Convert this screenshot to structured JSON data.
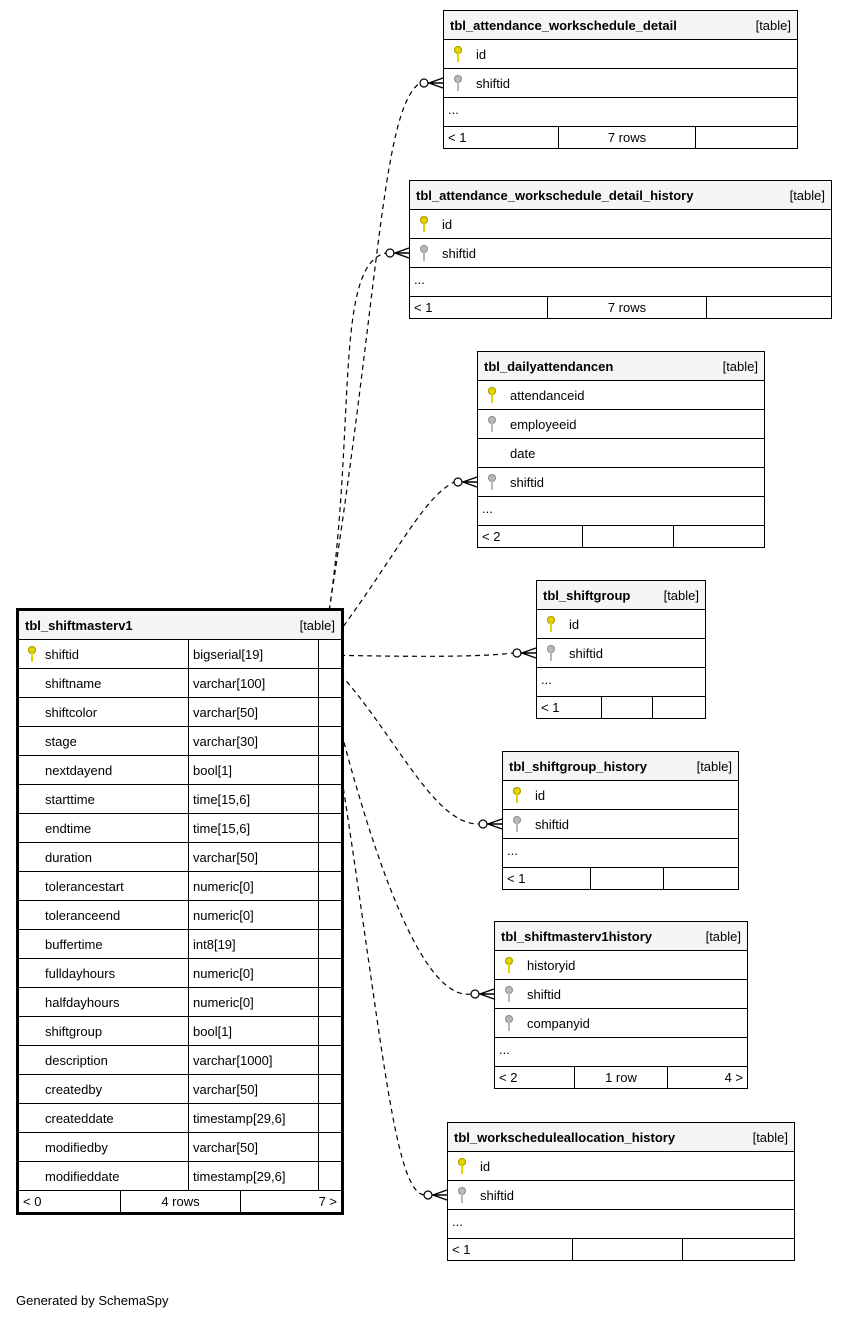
{
  "main_table": {
    "name": "tbl_shiftmasterv1",
    "kind": "[table]",
    "columns": [
      {
        "name": "shiftid",
        "type": "bigserial[19]",
        "key": "pk"
      },
      {
        "name": "shiftname",
        "type": "varchar[100]",
        "key": ""
      },
      {
        "name": "shiftcolor",
        "type": "varchar[50]",
        "key": ""
      },
      {
        "name": "stage",
        "type": "varchar[30]",
        "key": ""
      },
      {
        "name": "nextdayend",
        "type": "bool[1]",
        "key": ""
      },
      {
        "name": "starttime",
        "type": "time[15,6]",
        "key": ""
      },
      {
        "name": "endtime",
        "type": "time[15,6]",
        "key": ""
      },
      {
        "name": "duration",
        "type": "varchar[50]",
        "key": ""
      },
      {
        "name": "tolerancestart",
        "type": "numeric[0]",
        "key": ""
      },
      {
        "name": "toleranceend",
        "type": "numeric[0]",
        "key": ""
      },
      {
        "name": "buffertime",
        "type": "int8[19]",
        "key": ""
      },
      {
        "name": "fulldayhours",
        "type": "numeric[0]",
        "key": ""
      },
      {
        "name": "halfdayhours",
        "type": "numeric[0]",
        "key": ""
      },
      {
        "name": "shiftgroup",
        "type": "bool[1]",
        "key": ""
      },
      {
        "name": "description",
        "type": "varchar[1000]",
        "key": ""
      },
      {
        "name": "createdby",
        "type": "varchar[50]",
        "key": ""
      },
      {
        "name": "createddate",
        "type": "timestamp[29,6]",
        "key": ""
      },
      {
        "name": "modifiedby",
        "type": "varchar[50]",
        "key": ""
      },
      {
        "name": "modifieddate",
        "type": "timestamp[29,6]",
        "key": ""
      }
    ],
    "footer": [
      "< 0",
      "4 rows",
      "7 >"
    ]
  },
  "related_tables": [
    {
      "name": "tbl_attendance_workschedule_detail",
      "kind": "[table]",
      "columns": [
        {
          "name": "id",
          "key": "pk"
        },
        {
          "name": "shiftid",
          "key": "fk"
        }
      ],
      "ellipsis": "...",
      "footer": [
        "< 1",
        "7 rows",
        ""
      ]
    },
    {
      "name": "tbl_attendance_workschedule_detail_history",
      "kind": "[table]",
      "columns": [
        {
          "name": "id",
          "key": "pk"
        },
        {
          "name": "shiftid",
          "key": "fk"
        }
      ],
      "ellipsis": "...",
      "footer": [
        "< 1",
        "7 rows",
        ""
      ]
    },
    {
      "name": "tbl_dailyattendancen",
      "kind": "[table]",
      "columns": [
        {
          "name": "attendanceid",
          "key": "pk"
        },
        {
          "name": "employeeid",
          "key": "fk"
        },
        {
          "name": "date",
          "key": ""
        },
        {
          "name": "shiftid",
          "key": "fk"
        }
      ],
      "ellipsis": "...",
      "footer": [
        "< 2",
        "",
        ""
      ]
    },
    {
      "name": "tbl_shiftgroup",
      "kind": "[table]",
      "columns": [
        {
          "name": "id",
          "key": "pk"
        },
        {
          "name": "shiftid",
          "key": "fk"
        }
      ],
      "ellipsis": "...",
      "footer": [
        "< 1",
        "",
        ""
      ]
    },
    {
      "name": "tbl_shiftgroup_history",
      "kind": "[table]",
      "columns": [
        {
          "name": "id",
          "key": "pk"
        },
        {
          "name": "shiftid",
          "key": "fk"
        }
      ],
      "ellipsis": "...",
      "footer": [
        "< 1",
        "",
        ""
      ]
    },
    {
      "name": "tbl_shiftmasterv1history",
      "kind": "[table]",
      "columns": [
        {
          "name": "historyid",
          "key": "pk"
        },
        {
          "name": "shiftid",
          "key": "fk"
        },
        {
          "name": "companyid",
          "key": "fk"
        }
      ],
      "ellipsis": "...",
      "footer": [
        "< 2",
        "1 row",
        "4 >"
      ]
    },
    {
      "name": "tbl_workscheduleallocation_history",
      "kind": "[table]",
      "columns": [
        {
          "name": "id",
          "key": "pk"
        },
        {
          "name": "shiftid",
          "key": "fk"
        }
      ],
      "ellipsis": "...",
      "footer": [
        "< 1",
        "",
        ""
      ]
    }
  ],
  "generated_by": "Generated by SchemaSpy"
}
